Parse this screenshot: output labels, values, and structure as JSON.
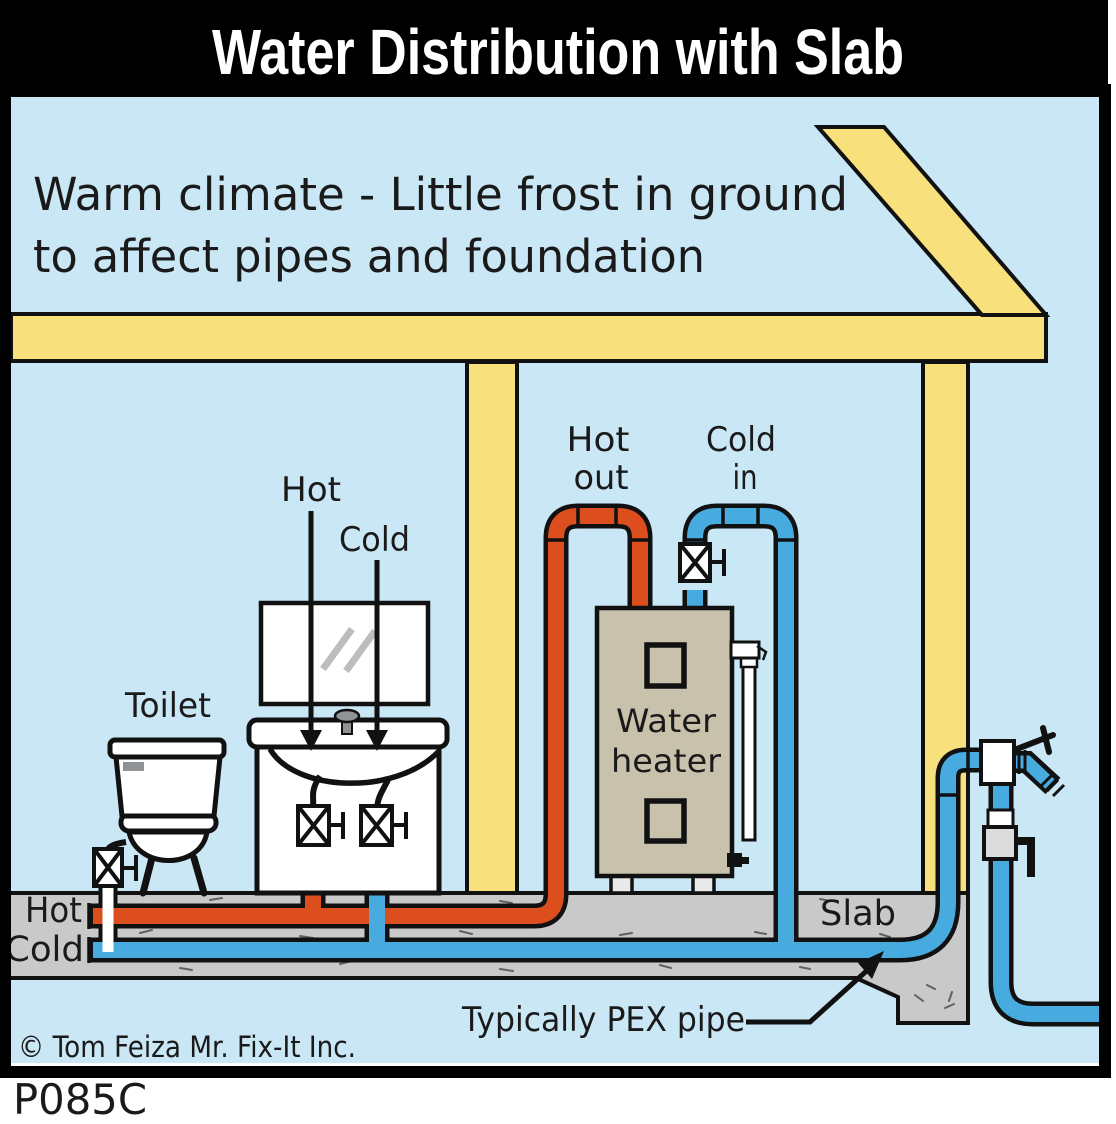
{
  "title": "Water Distribution with Slab",
  "annotation": {
    "line1": "Warm climate - Little frost in ground",
    "line2": "to affect pipes and foundation"
  },
  "labels": {
    "toilet": "Toilet",
    "sink_hot": "Hot",
    "sink_cold": "Cold",
    "heater_hot_out": [
      "Hot",
      "out"
    ],
    "heater_cold_in": [
      "Cold",
      "in"
    ],
    "water_heater": [
      "Water",
      "heater"
    ],
    "slab": "Slab",
    "underslab_hot": "Hot",
    "underslab_cold": "Cold",
    "pex_note": "Typically PEX pipe"
  },
  "footer": {
    "copyright": "© Tom Feiza Mr. Fix-It Inc.",
    "diagram_code": "P085C"
  },
  "colors": {
    "background": "#c9e7f5",
    "structure_yellow": "#f8e17c",
    "hot_pipe": "#dd4e1e",
    "cold_pipe": "#48abdf",
    "slab_gray": "#c9c9c9",
    "heater_tan": "#c8c1ab",
    "ink": "#111111",
    "frame": "#000000",
    "title_text": "#ffffff"
  }
}
